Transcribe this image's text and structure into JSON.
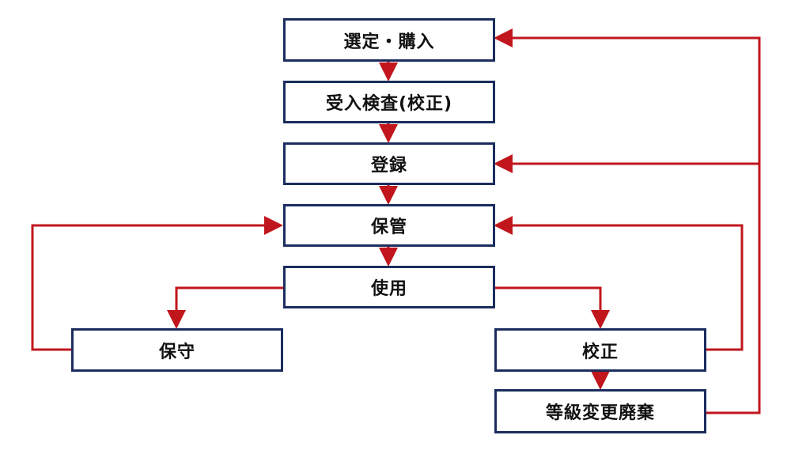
{
  "nodes": {
    "selection_purchase": "選定・購入",
    "acceptance_inspection": "受入検査(校正)",
    "registration": "登録",
    "storage": "保管",
    "use": "使用",
    "maintenance": "保守",
    "calibration": "校正",
    "grade_change_disposal": "等級変更廃棄"
  },
  "colors": {
    "box_border": "#1b2d5e",
    "arrow": "#c0161c",
    "text": "#111111"
  }
}
